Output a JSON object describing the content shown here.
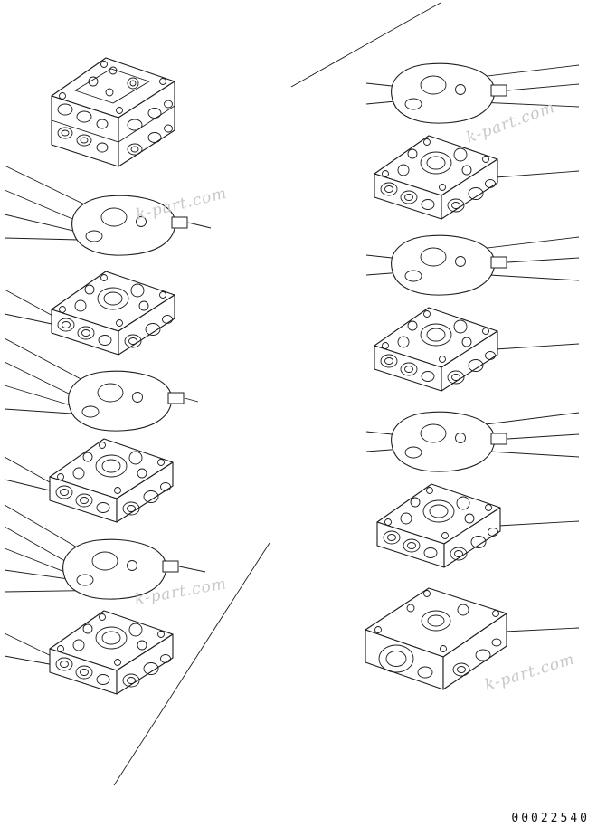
{
  "page": {
    "background": "#ffffff",
    "ink": "#1c1c1c"
  },
  "watermark": {
    "text": "k-part.com",
    "color": "#c8c8c8"
  },
  "drawing": {
    "part_number": "00022540",
    "components": {
      "left_column": [
        "control-valve-stack",
        "gasket-plate",
        "valve-section-block",
        "gasket-plate",
        "valve-section-block",
        "gasket-plate",
        "valve-section-block"
      ],
      "right_column": [
        "gasket-plate",
        "valve-section-block",
        "gasket-plate",
        "valve-section-block",
        "gasket-plate",
        "valve-section-block",
        "end-cover-block"
      ]
    }
  }
}
